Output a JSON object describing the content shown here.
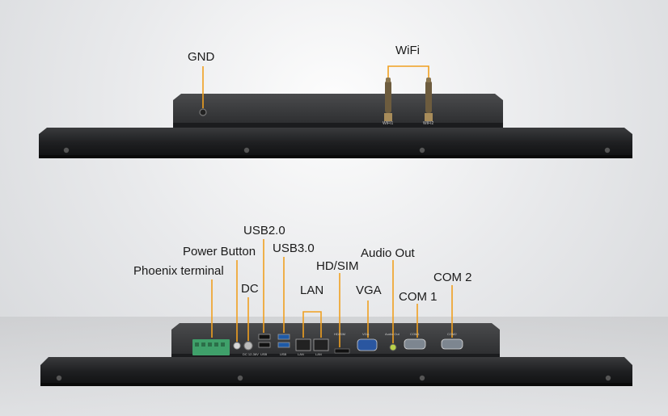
{
  "top_view": {
    "labels": {
      "gnd": "GND",
      "wifi": "WiFi"
    },
    "antenna_tags": [
      "WIFI1",
      "WIFI2"
    ],
    "callout_color": "#f0a020"
  },
  "bottom_view": {
    "labels": {
      "phoenix": "Phoenix terminal",
      "power": "Power Button",
      "usb2": "USB2.0",
      "usb3": "USB3.0",
      "dc": "DC",
      "lan": "LAN",
      "hdsim": "HD/SIM",
      "vga": "VGA",
      "audio": "Audio Out",
      "com1": "COM 1",
      "com2": "COM 2"
    },
    "port_tags": {
      "dc_spec": "DC 12-36V",
      "usb": "USB",
      "usb3": "USB",
      "lan1": "LAN",
      "lan2": "LAN",
      "hdsim": "HD/SIM",
      "vga": "VGA",
      "audio": "Audio Out",
      "com1": "COM1",
      "com2": "COM2"
    },
    "callout_color": "#f0a020"
  }
}
